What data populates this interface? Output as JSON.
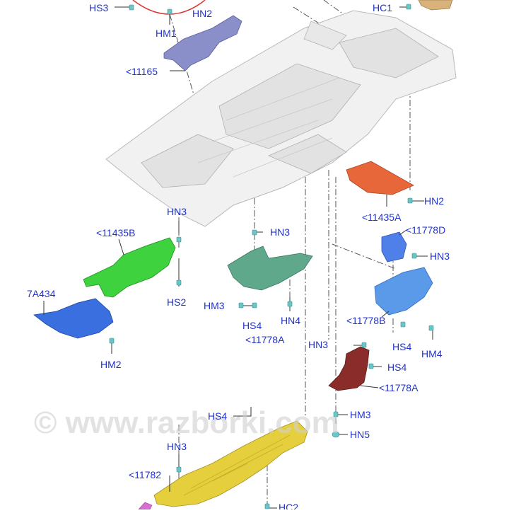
{
  "labels": {
    "hs3": "HS3",
    "hm1": "HM1",
    "hn2_top": "HN2",
    "hc1": "HC1",
    "p11165": "<11165",
    "hn3_left": "HN3",
    "p11435b": "<11435B",
    "hs2": "HS2",
    "p7a434": "7A434",
    "hm2": "HM2",
    "hn3_mid": "HN3",
    "hm3_mid": "HM3",
    "hs4_mid": "HS4",
    "hn4_mid": "HN4",
    "p11778a_mid": "<11778A",
    "p11435a": "<11435A",
    "hn2_right": "HN2",
    "p11778d": "<11778D",
    "hn3_right": "HN3",
    "p11778b": "<11778B",
    "hs4_right": "HS4",
    "hm4": "HM4",
    "hn3_center": "HN3",
    "hs4_center": "HS4",
    "p11778a_right": "<11778A",
    "hs4_bottom": "HS4",
    "hm3_bottom": "HM3",
    "hn5": "HN5",
    "hn3_bottom": "HN3",
    "p11782": "<11782",
    "hc2": "HC2"
  },
  "watermark": "© www.razborki.com",
  "colors": {
    "label": "#2233cc",
    "shield_11165": "#8a8fc9",
    "shield_11435b": "#3fd23f",
    "shield_7a434": "#3a6fe0",
    "shield_11778a_mid": "#5fa88c",
    "shield_11435a": "#e8673a",
    "shield_11778d": "#4f7fe8",
    "shield_11778b": "#5b9ae8",
    "shield_11778a_right": "#8a2c2a",
    "shield_11782": "#e6cf3c",
    "shield_hc1": "#d8b27a",
    "ring_top": "#e03030"
  }
}
